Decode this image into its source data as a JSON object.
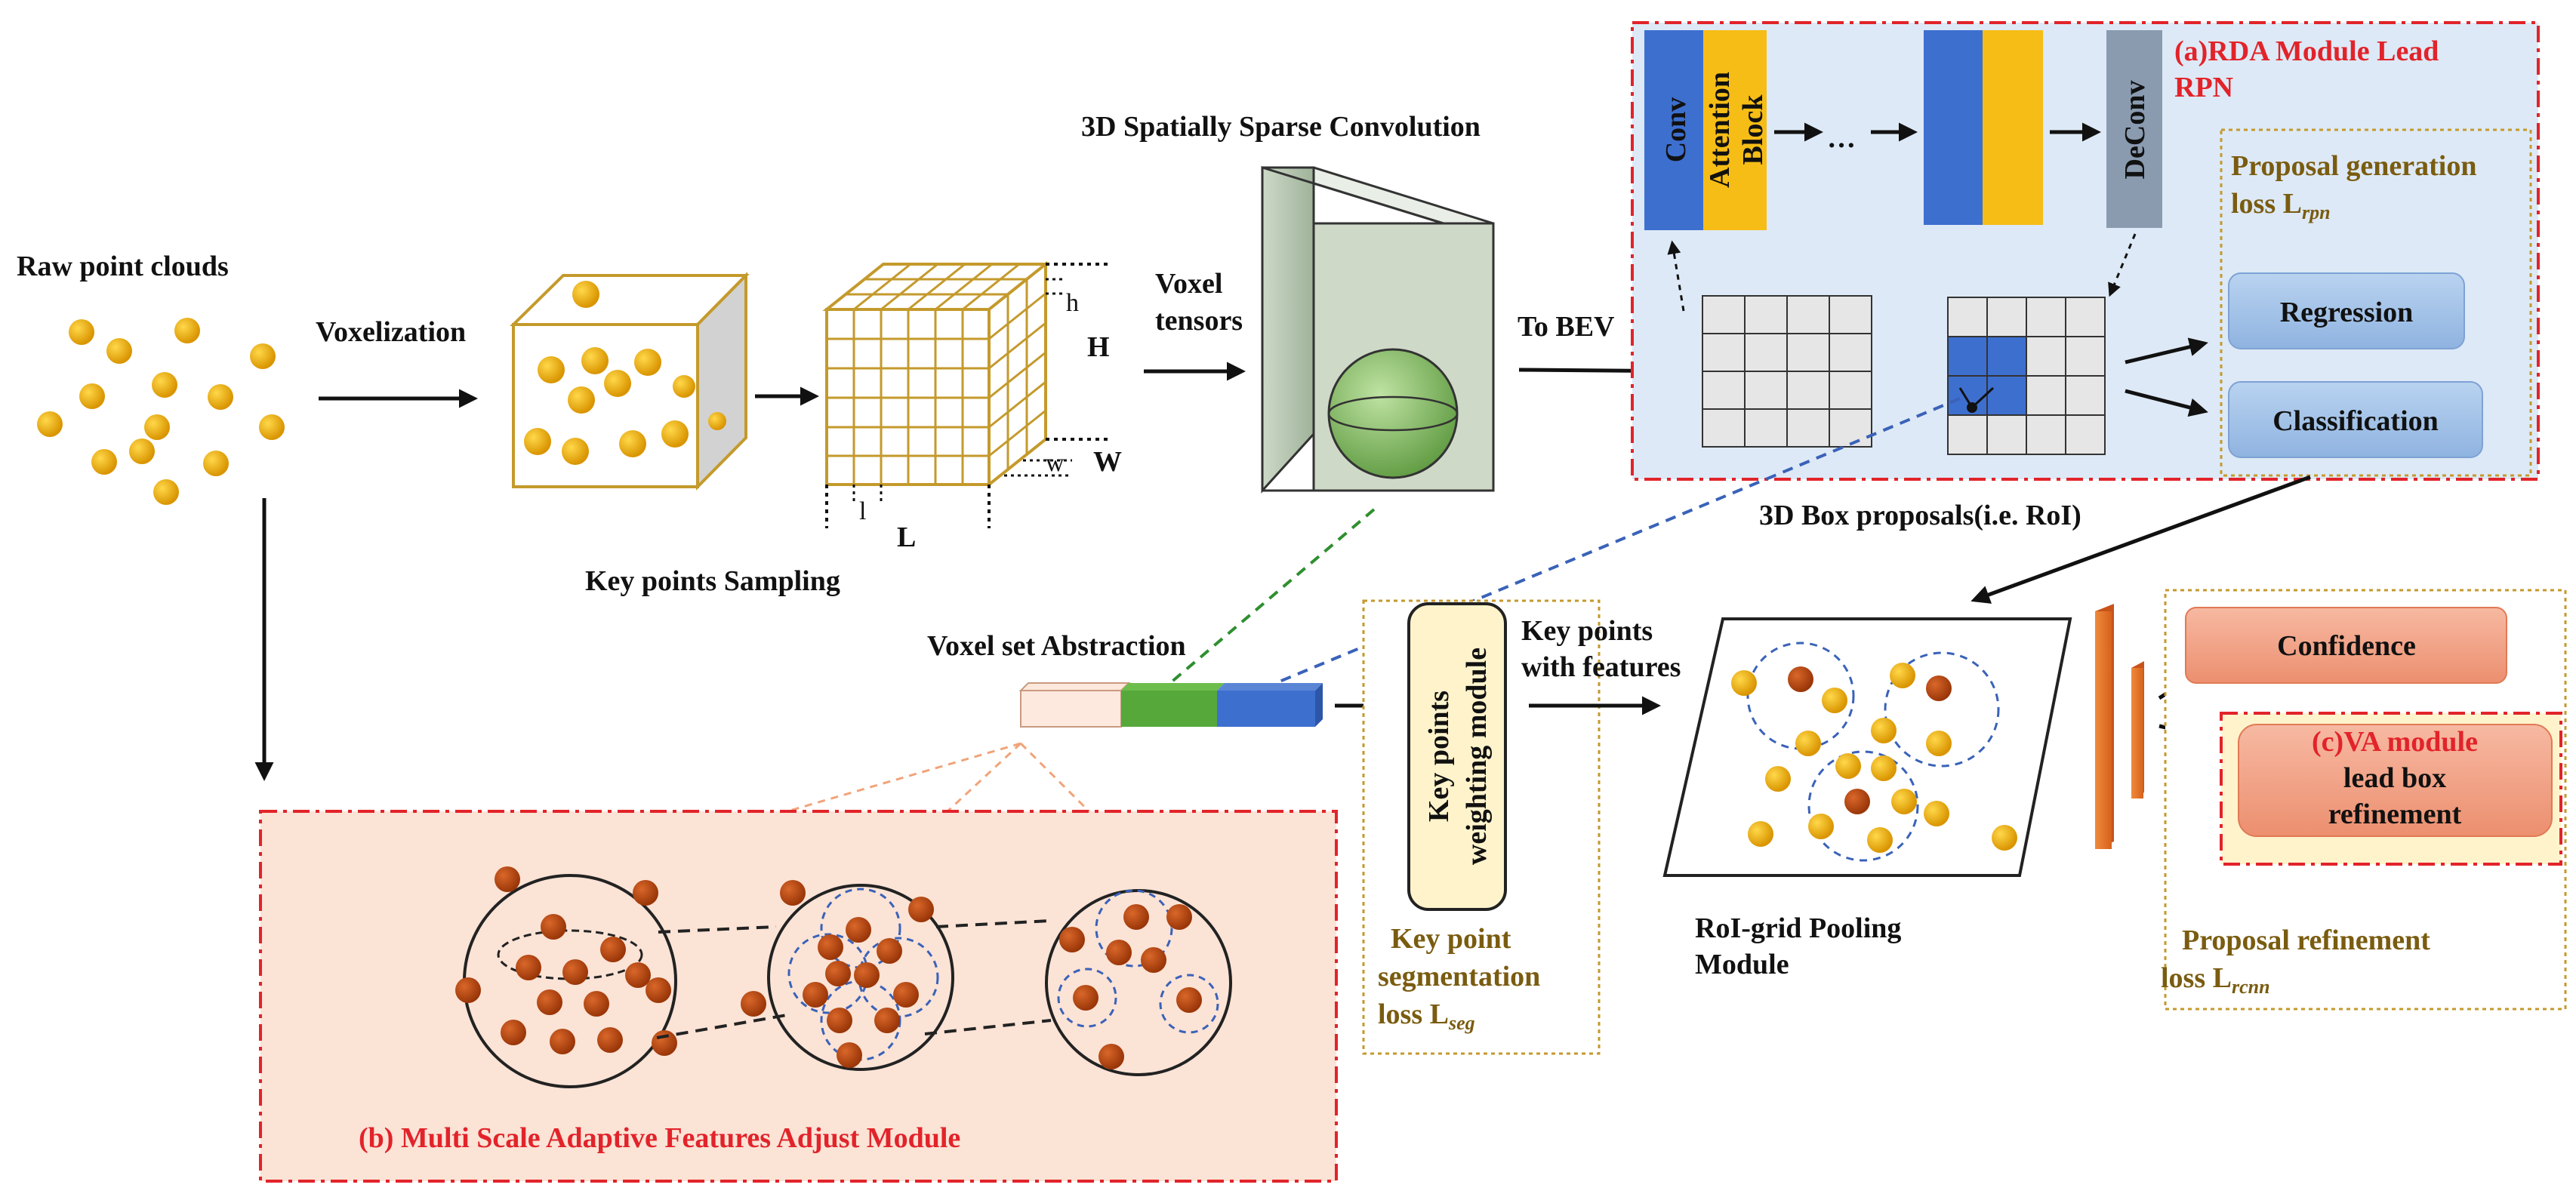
{
  "colors": {
    "yellow_point": "#e8a800",
    "brown_point": "#b4470f",
    "cube_border": "#c49a2c",
    "rda_panel_bg": "#dde9f6",
    "va_box_bg": "#f2a58a",
    "msaf_panel_bg": "#fbe3d6",
    "conv_blue": "#3d6fcf",
    "attention_yellow": "#f6bd16",
    "deconv_gray": "#8a9bb0",
    "red_label": "#e2232a",
    "olive_label": "#7a5c10"
  },
  "labels": {
    "raw_point_clouds": "Raw point clouds",
    "voxelization": "Voxelization",
    "key_points_sampling": "Key points Sampling",
    "dim_h_small": "h",
    "dim_H": "H",
    "dim_w_small": "w",
    "dim_W": "W",
    "dim_l_small": "l",
    "dim_L": "L",
    "sparse_conv": "3D Spatially Sparse Convolution",
    "voxel_tensors_1": "Voxel",
    "voxel_tensors_2": "tensors",
    "to_bev": "To BEV",
    "voxel_set_abstraction": "Voxel set Abstraction",
    "box_proposals": "3D Box proposals(i.e. RoI)",
    "key_points_with_features_1": "Key points",
    "key_points_with_features_2": "with features",
    "roi_grid_pooling_1": "RoI-grid Pooling",
    "roi_grid_pooling_2": "Module"
  },
  "rda": {
    "title_1": "(a)RDA Module Lead",
    "title_2": "RPN",
    "conv": "Conv",
    "attention_1": "Attention",
    "attention_2": "Block",
    "ellipsis": "…",
    "deconv": "DeConv",
    "proposal_gen_1": "Proposal generation",
    "proposal_gen_2": "loss L",
    "proposal_gen_sub": "rpn",
    "regression": "Regression",
    "classification": "Classification"
  },
  "weighting": {
    "module_1": "Key points",
    "module_2": "weighting module",
    "seg_1": "Key point",
    "seg_2": "segmentation",
    "seg_3": "loss L",
    "seg_sub": "seg"
  },
  "refine": {
    "confidence": "Confidence",
    "va_1": "(c)VA module",
    "va_2": "lead box",
    "va_3": "refinement",
    "loss_1": "Proposal refinement",
    "loss_2": "loss L",
    "loss_sub": "rcnn"
  },
  "msaf": {
    "title": "(b) Multi Scale Adaptive Features Adjust Module"
  }
}
